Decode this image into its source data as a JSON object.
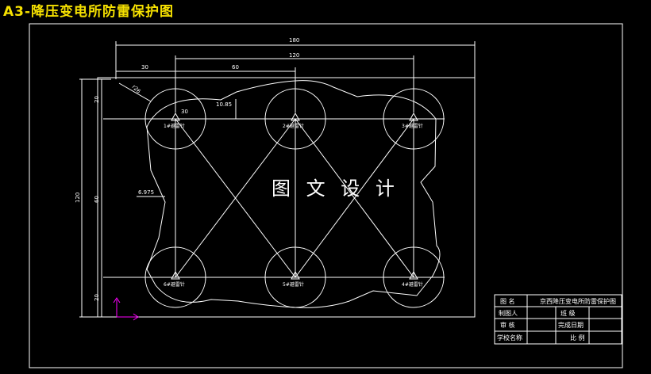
{
  "window": {
    "title": "A3-降压变电所防雷保护图"
  },
  "drawing": {
    "watermark": "图 文 设 计",
    "dimensions": {
      "d180": "180",
      "d120_top": "120",
      "d30": "30",
      "d60_top": "60",
      "d20_top": "20",
      "d120_left": "120",
      "d60_left": "60",
      "d20_bottom": "20",
      "r26": "r26",
      "r30": "30",
      "d10_85": "10.85",
      "d6_975": "6.975"
    },
    "lightning_rods": [
      {
        "label": "1#避雷针"
      },
      {
        "label": "2#避雷针"
      },
      {
        "label": "3#避雷针"
      },
      {
        "label": "4#避雷针"
      },
      {
        "label": "5#避雷针"
      },
      {
        "label": "6#避雷针"
      }
    ],
    "colors": {
      "lines": "#ffffff",
      "title": "#f5e000",
      "ucs": "#ff00ff"
    }
  },
  "title_block": {
    "r1c1": "图    名",
    "r1c2": "京西降压变电所防雷保护图",
    "r2c1": "制图人",
    "r2c3": "班   级",
    "r3c1": "审    核",
    "r3c3": "完成日期",
    "r4c1": "学校名称",
    "r4c3": "比   例"
  }
}
